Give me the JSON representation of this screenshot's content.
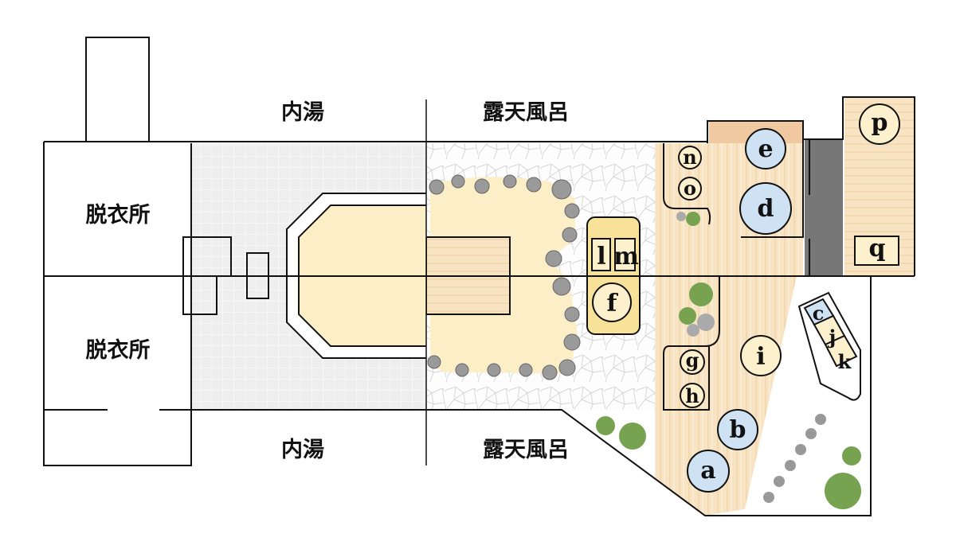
{
  "areas": {
    "indoor_bath_top": "内湯",
    "outdoor_bath_top": "露天風呂",
    "indoor_bath_bottom": "内湯",
    "outdoor_bath_bottom": "露天風呂",
    "changing_room_top": "脱衣所",
    "changing_room_bottom": "脱衣所"
  },
  "markers": {
    "a": "a",
    "b": "b",
    "c": "c",
    "d": "d",
    "e": "e",
    "f": "f",
    "g": "g",
    "h": "h",
    "i": "i",
    "j": "j",
    "k": "k",
    "l": "l",
    "m": "m",
    "n": "n",
    "o": "o",
    "p": "p",
    "q": "q"
  },
  "colors": {
    "blue_marker": "#cfe2f3",
    "cream_marker": "#fdf0cc",
    "deck": "#f6dfb8",
    "pool": "#fcefc8",
    "indoor_floor": "#ececec",
    "wall_dark": "#777777",
    "tree": "#77a351"
  }
}
